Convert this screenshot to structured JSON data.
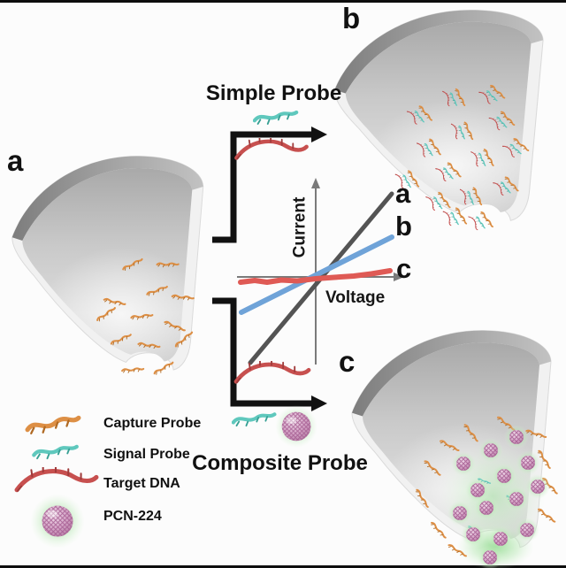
{
  "panes": {
    "a": {
      "label": "a"
    },
    "b": {
      "label": "b"
    },
    "c": {
      "label": "c"
    }
  },
  "flows": {
    "simple": {
      "title": "Simple Probe"
    },
    "composite": {
      "title": "Composite Probe"
    }
  },
  "chart_data": {
    "type": "line",
    "title": "",
    "xlabel": "Voltage",
    "ylabel": "Current",
    "axes_numeric": false,
    "grid": false,
    "legend_position": "labels-at-line-ends-right",
    "series": [
      {
        "name": "a",
        "color": "#545454",
        "x": [
          -1,
          1
        ],
        "y": [
          -1,
          1
        ]
      },
      {
        "name": "b",
        "color": "#6fa3d8",
        "x": [
          -1,
          1
        ],
        "y": [
          -0.45,
          0.45
        ]
      },
      {
        "name": "c",
        "color": "#df5a55",
        "x": [
          -1,
          1
        ],
        "y": [
          -0.06,
          0.08
        ]
      }
    ]
  },
  "legend": {
    "items": [
      {
        "id": "capture-probe",
        "label": "Capture Probe",
        "color": "#dd8f45"
      },
      {
        "id": "signal-probe",
        "label": "Signal Probe",
        "color": "#5fc8bd"
      },
      {
        "id": "target-dna",
        "label": "Target DNA",
        "color": "#c7504f"
      },
      {
        "id": "pcn-224",
        "label": "PCN-224",
        "color": "#cb92ba",
        "glow_color": "#8ed98c"
      }
    ]
  }
}
